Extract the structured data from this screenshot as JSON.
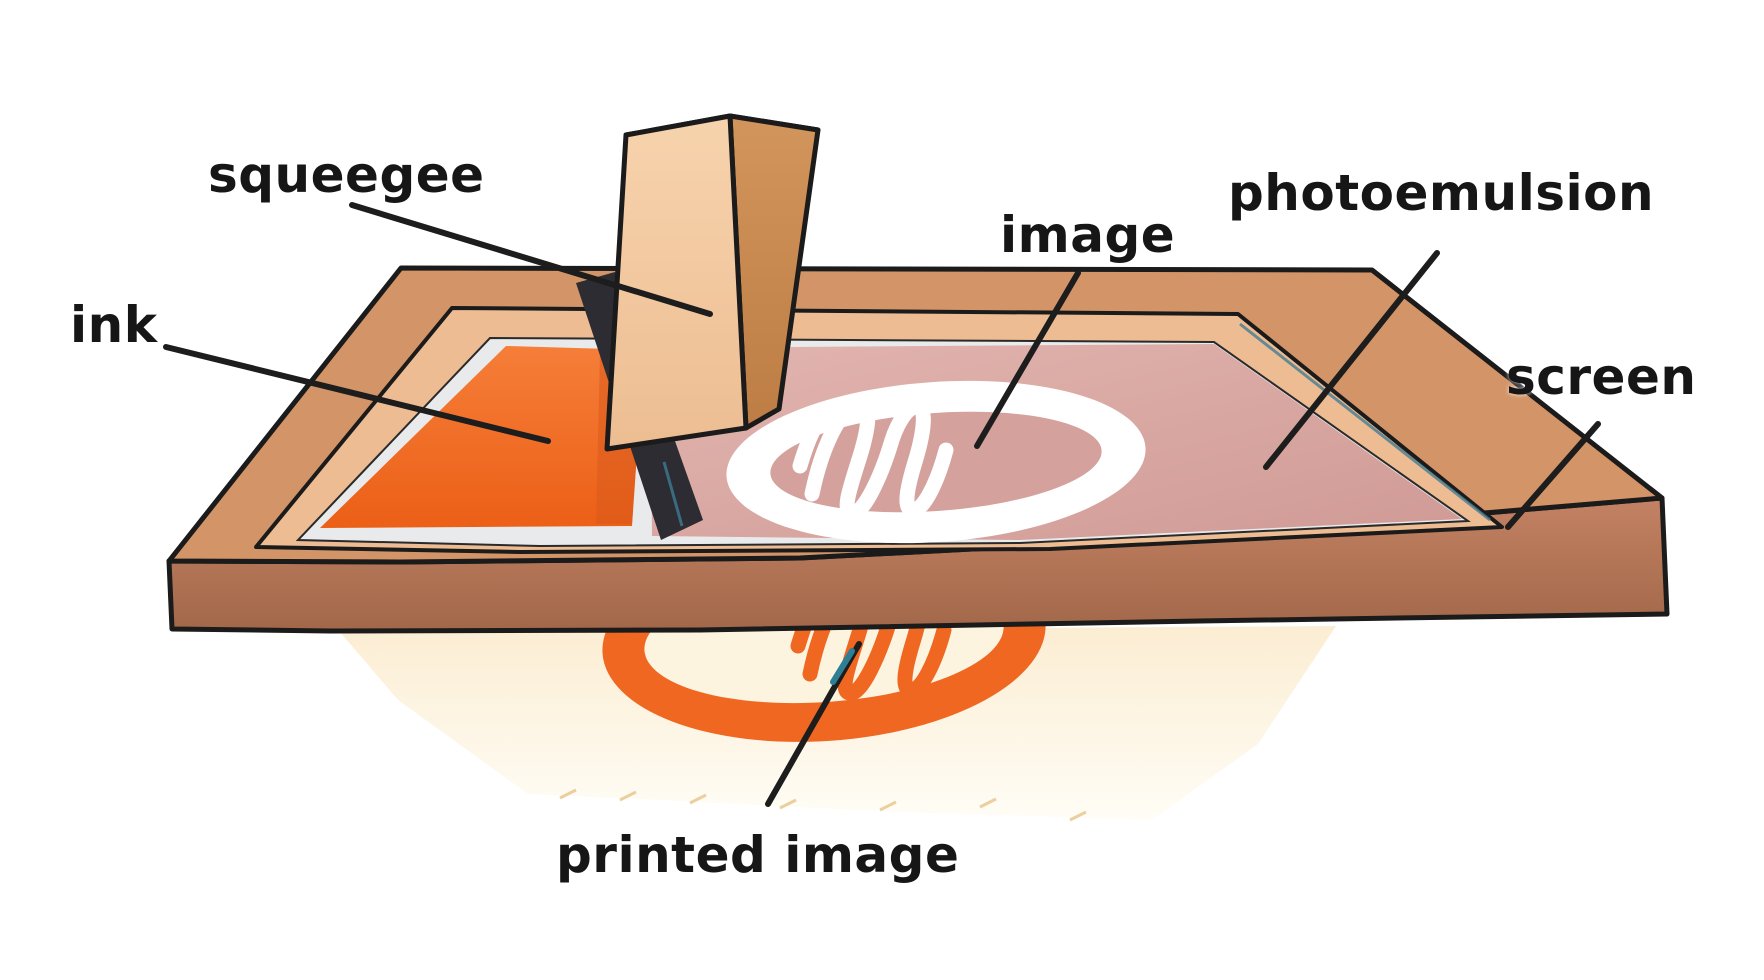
{
  "page": {
    "background": "#ffffff",
    "title": "screen printing process diagram"
  },
  "labels": {
    "squeegee": "squeegee",
    "ink": "ink",
    "image": "image",
    "photoemulsion": "photoemulsion",
    "screen": "screen",
    "printed_image": "printed image"
  },
  "artwork": {
    "monogram_letter": "W",
    "colors": {
      "frame_wood_top": "#d39568",
      "frame_wood_front": "#b0744f",
      "frame_inner_wall": "#eebc92",
      "mesh_margin": "#e9eaec",
      "ink_orange": "#ef6721",
      "photoemulsion_pink": "#d7a6a1",
      "image_ring_white": "#ffffff",
      "squeegee_wood": "#f2c89e",
      "squeegee_blade": "#2c2c32",
      "paper_cream": "#fdf3dc",
      "printed_mark_orange": "#ef6721",
      "label_text": "#161616",
      "leader_line": "#1d1d1d"
    }
  }
}
